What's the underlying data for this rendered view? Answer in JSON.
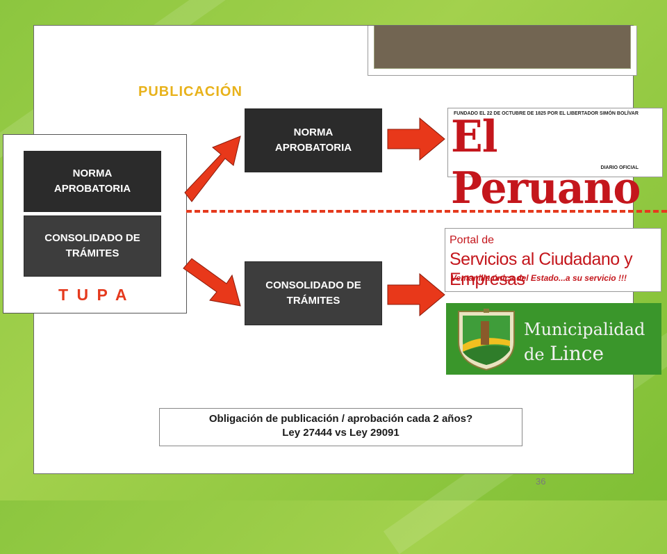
{
  "slide": {
    "title": "PUBLICACIÓN",
    "page_number": "36"
  },
  "tupa": {
    "label": "T U P A",
    "box_norma": "NORMA APROBATORIA",
    "box_consolidado": "CONSOLIDADO DE TRÁMITES"
  },
  "flow": {
    "upper_box": "NORMA APROBATORIA",
    "lower_box": "CONSOLIDADO DE TRÁMITES"
  },
  "logos": {
    "peruano": {
      "founded_line": "FUNDADO EL 22 DE OCTUBRE DE 1825 POR EL LIBERTADOR SIMÓN BOLÍVAR",
      "name": "El Peruano",
      "subtitle": "DIARIO OFICIAL"
    },
    "portal": {
      "line1": "Portal de",
      "line2": "Servicios al Ciudadano y Empresas",
      "line3": "Ventanilla única del Estado...a su servicio !!!"
    },
    "lince": {
      "line1": "Municipalidad",
      "line2_prefix": "de",
      "line2_name": "Lince"
    }
  },
  "note": {
    "line1": "Obligación de publicación / aprobación cada 2 años?",
    "line2": "Ley 27444 vs Ley 29091"
  },
  "colors": {
    "accent_red": "#e53a1e",
    "title_gold": "#e8b21b",
    "box_dark": "#2b2b2b",
    "background_green": "#8cc63f"
  }
}
